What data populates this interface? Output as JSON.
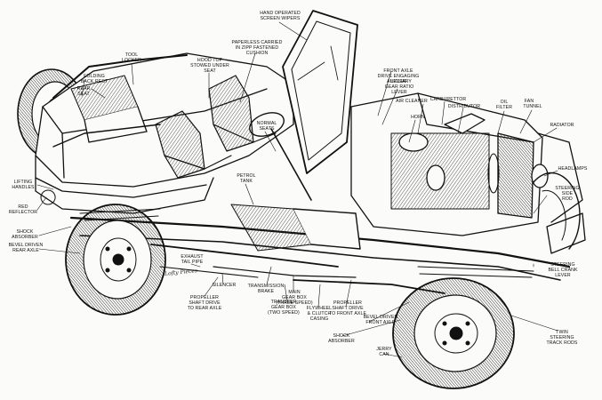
{
  "colors": {
    "ink": "#111111",
    "paper": "#fbfbfa"
  },
  "signature": "Lofty Pieces",
  "labels": {
    "hand_operated_screen_wipers": "HAND OPERATED\nSCREEN WIPERS",
    "tool_locker": "TOOL\nLOCKER",
    "folding_back_rest": "FOLDING\nBACK REST",
    "rear_seat": "REAR\nSEAT",
    "hood_top_stowed": "HOOD TOP\nSTOWED UNDER\nSEAT",
    "paperless_cushion": "PAPERLESS CARRIED\nIN ZIPP FASTENED\nCUSHION",
    "front_axle_drive_engaging_lever": "FRONT AXLE\nDRIVE ENGAGING\nLEVER",
    "auxiliary_gear_ratio_lever": "AUXILIARY\nGEAR RATIO\nLEVER",
    "air_cleaner": "AIR CLEANER",
    "carburettor": "CARBURETTOR",
    "distributor": "DISTRIBUTOR",
    "oil_filter": "OIL\nFILTER",
    "fan": "FAN",
    "tunnel": "TUNNEL",
    "radiator": "RADIATOR",
    "horn": "HORN",
    "normal_seats": "NORMAL\nSEATS",
    "petrol_tank": "PETROL\nTANK",
    "headlamps": "HEADLAMPS",
    "steering_side_rod": "STEERING\nSIDE\nROD",
    "lifting_handles": "LIFTING\nHANDLES",
    "red_reflector": "RED\nREFLECTOR",
    "shock_absorber_rear": "SHOCK\nABSORBER",
    "bevel_driven_rear_axle": "BEVEL DRIVEN\nREAR AXLE",
    "exhaust_tail_pipe": "EXHAUST\nTAIL PIPE",
    "silencer": "SILENCER",
    "propeller_shaft_rear": "PROPELLER\nSHAFT DRIVE\nTO REAR AXLE",
    "transmission_brake": "TRANSMISSION\nBRAKE",
    "main_gear_box": "MAIN\nGEAR BOX\n(THREE SPEED)",
    "transfer_gear_box": "TRANSFER\nGEAR BOX\n(TWO SPEED)",
    "flywheel_clutch_casing": "FLYWHEEL\n& CLUTCH\nCASING",
    "propeller_shaft_front": "PROPELLER\nSHAFT DRIVE\nTO FRONT AXLE",
    "bevel_driven_front_axle": "BEVEL DRIVEN\nFRONT AXLE",
    "shock_absorber_front": "SHOCK\nABSORBER",
    "steering_bell_crank_lever": "STEERING\nBELL CRANK\nLEVER",
    "twin_steering_track_rods": "TWIN\nSTEERING\nTRACK RODS",
    "jerrican": "JERRY\nCAN"
  }
}
